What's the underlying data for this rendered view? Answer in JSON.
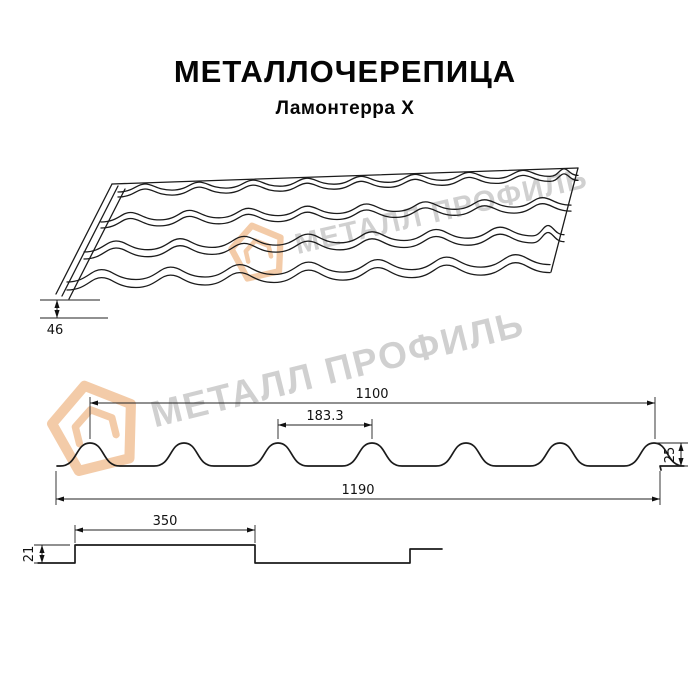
{
  "title": "МЕТАЛЛОЧЕРЕПИЦА",
  "subtitle": "Ламонтерра X",
  "watermark": {
    "brand": "МЕТАЛЛ ПРОФИЛЬ"
  },
  "dims": {
    "edge_step_height": "46",
    "cover_width": "1100",
    "wave_step": "183.3",
    "profile_height": "25",
    "overall_width": "1190",
    "module_length": "350",
    "step_height": "21"
  },
  "colors": {
    "line": "#1b1b1b",
    "watermark_text": "#cccccc",
    "watermark_logo": "#f2c59e"
  }
}
